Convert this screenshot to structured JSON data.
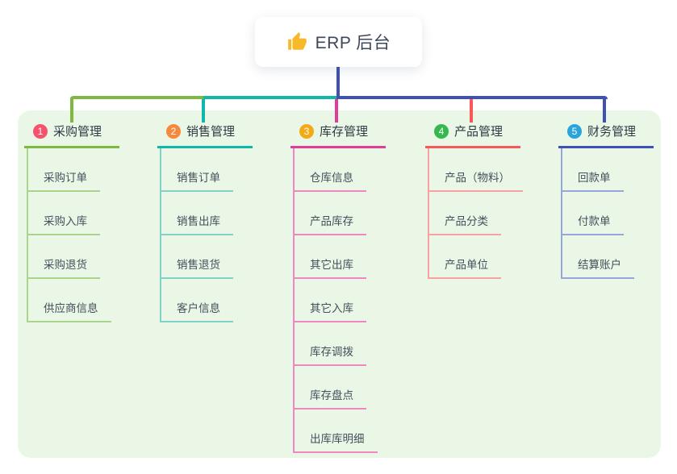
{
  "root": {
    "label": "ERP 后台",
    "icon": "thumbs-up-icon"
  },
  "colors": {
    "panel_bg": "#ebf7e6",
    "root_connector": "#3f51b5",
    "branch_accents": [
      "#7cb93e",
      "#12b7ab",
      "#e23c96",
      "#fb5658",
      "#3f51b5"
    ],
    "badge_colors": [
      "#f4536b",
      "#f6893d",
      "#f3aa18",
      "#35b94e",
      "#2aa5dc"
    ]
  },
  "branches": [
    {
      "num": "1",
      "title": "采购管理",
      "children": [
        "采购订单",
        "采购入库",
        "采购退货",
        "供应商信息"
      ]
    },
    {
      "num": "2",
      "title": "销售管理",
      "children": [
        "销售订单",
        "销售出库",
        "销售退货",
        "客户信息"
      ]
    },
    {
      "num": "3",
      "title": "库存管理",
      "children": [
        "仓库信息",
        "产品库存",
        "其它出库",
        "其它入库",
        "库存调拨",
        "库存盘点",
        "出库库明细"
      ]
    },
    {
      "num": "4",
      "title": "产品管理",
      "children": [
        "产品（物料）",
        "产品分类",
        "产品单位"
      ]
    },
    {
      "num": "5",
      "title": "财务管理",
      "children": [
        "回款单",
        "付款单",
        "结算账户"
      ]
    }
  ]
}
